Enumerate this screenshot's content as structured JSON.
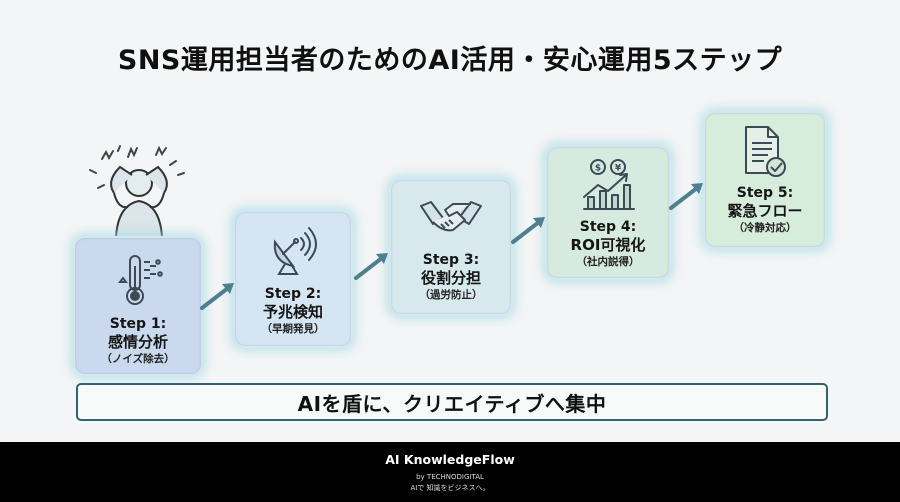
{
  "title": "SNS運用担当者のためのAI活用・安心運用5ステップ",
  "steps": [
    {
      "title": "Step 1:",
      "name": "感情分析",
      "sub": "（ノイズ除去）",
      "icon": "thermometer-icon"
    },
    {
      "title": "Step 2:",
      "name": "予兆検知",
      "sub": "（早期発見）",
      "icon": "satellite-dish-icon"
    },
    {
      "title": "Step 3:",
      "name": "役割分担",
      "sub": "（過労防止）",
      "icon": "handshake-icon"
    },
    {
      "title": "Step 4:",
      "name": "ROI可視化",
      "sub": "（社内説得）",
      "icon": "growth-chart-icon"
    },
    {
      "title": "Step 5:",
      "name": "緊急フロー",
      "sub": "（冷静対応）",
      "icon": "checked-document-icon"
    }
  ],
  "banner": "AIを盾に、クリエイティブへ集中",
  "footer": {
    "brand": "AI KnowledgeFlow",
    "by": "by TECHNODIGITAL",
    "tagline": "AIで 知識をビジネスへ。"
  },
  "colors": {
    "arrow": "#4d7f8e",
    "banner_border": "#2f6273",
    "icon": "#3d4a55",
    "footer_bg": "#000000"
  },
  "decorations": [
    "stressed-person-icon"
  ]
}
